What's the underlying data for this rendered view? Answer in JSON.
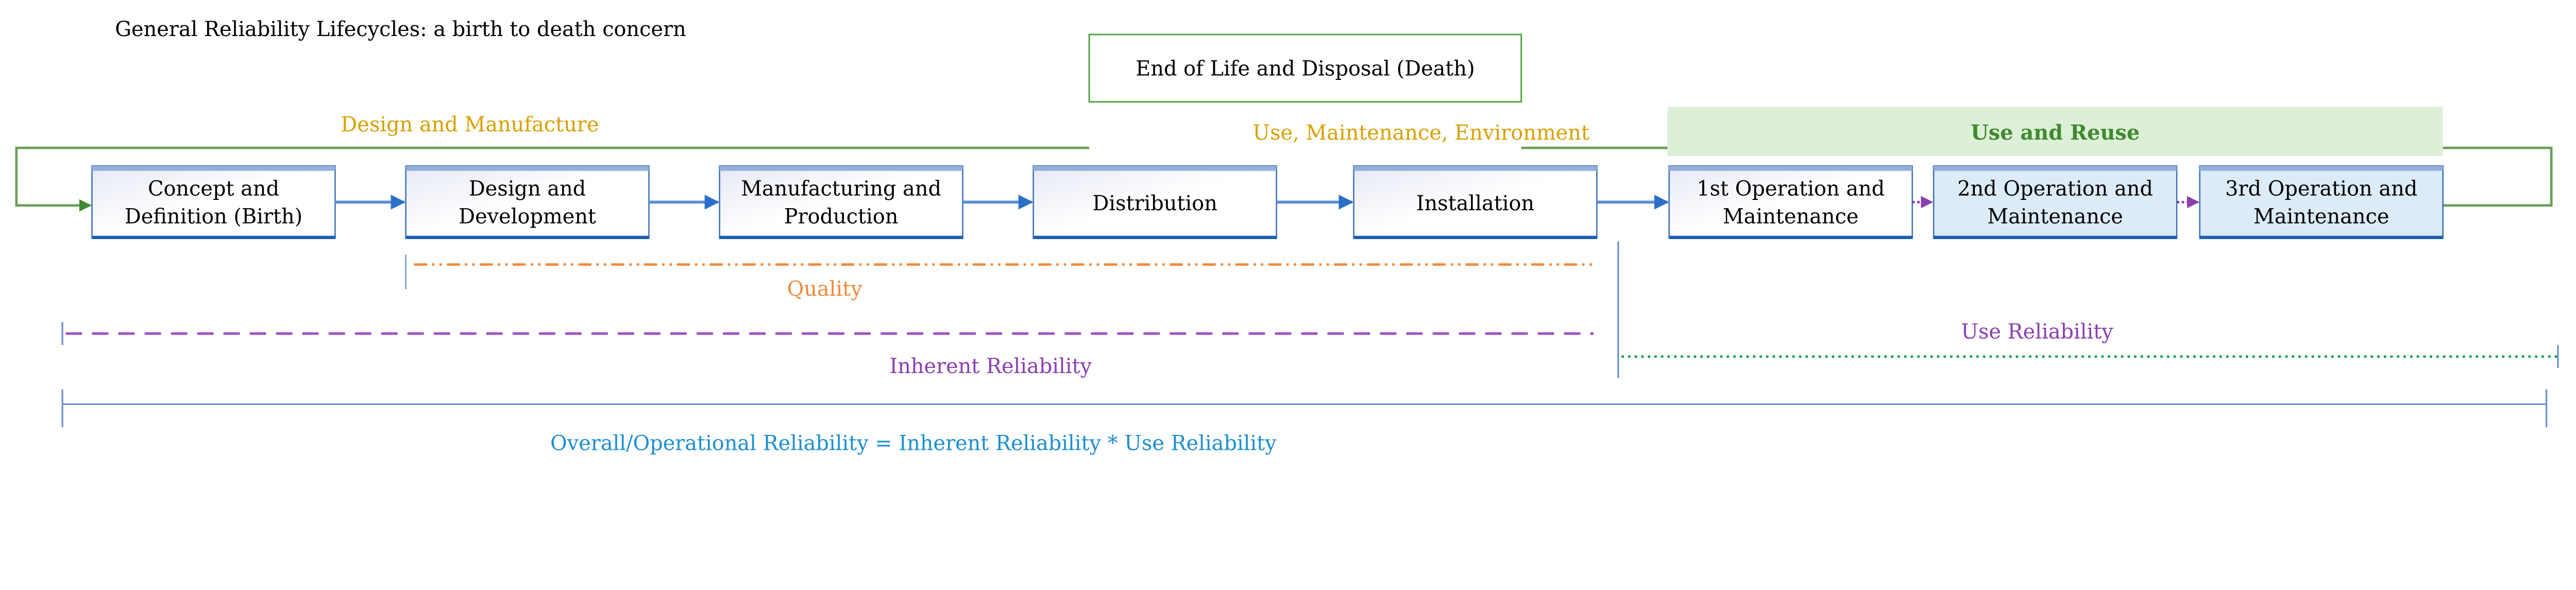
{
  "title": "General Reliability Lifecycles: a birth to death concern",
  "end_of_life": "End of Life and Disposal (Death)",
  "phase_labels": {
    "design_manufacture": "Design and Manufacture",
    "use_maintenance": "Use, Maintenance, Environment",
    "use_reuse": "Use and Reuse"
  },
  "stages": [
    {
      "line1": "Concept and",
      "line2": "Definition (Birth)"
    },
    {
      "line1": "Design and",
      "line2": "Development"
    },
    {
      "line1": "Manufacturing and",
      "line2": "Production"
    },
    {
      "line1": "Distribution",
      "line2": ""
    },
    {
      "line1": "Installation",
      "line2": ""
    },
    {
      "line1": "1st Operation and",
      "line2": "Maintenance"
    },
    {
      "line1": "2nd Operation and",
      "line2": "Maintenance"
    },
    {
      "line1": "3rd Operation and",
      "line2": "Maintenance"
    }
  ],
  "spans": {
    "quality": "Quality",
    "inherent": "Inherent Reliability",
    "use": "Use Reliability",
    "overall": "Overall/Operational Reliability = Inherent Reliability * Use Reliability"
  },
  "colors": {
    "green": "#5a9a4a",
    "blue_arrow": "#2b6fc8",
    "purple": "#8a3fb0",
    "orange": "#f08a3c",
    "gold": "#d9a000",
    "overall_blue": "#1b8fd1",
    "box_border": "#3a6fb8"
  }
}
